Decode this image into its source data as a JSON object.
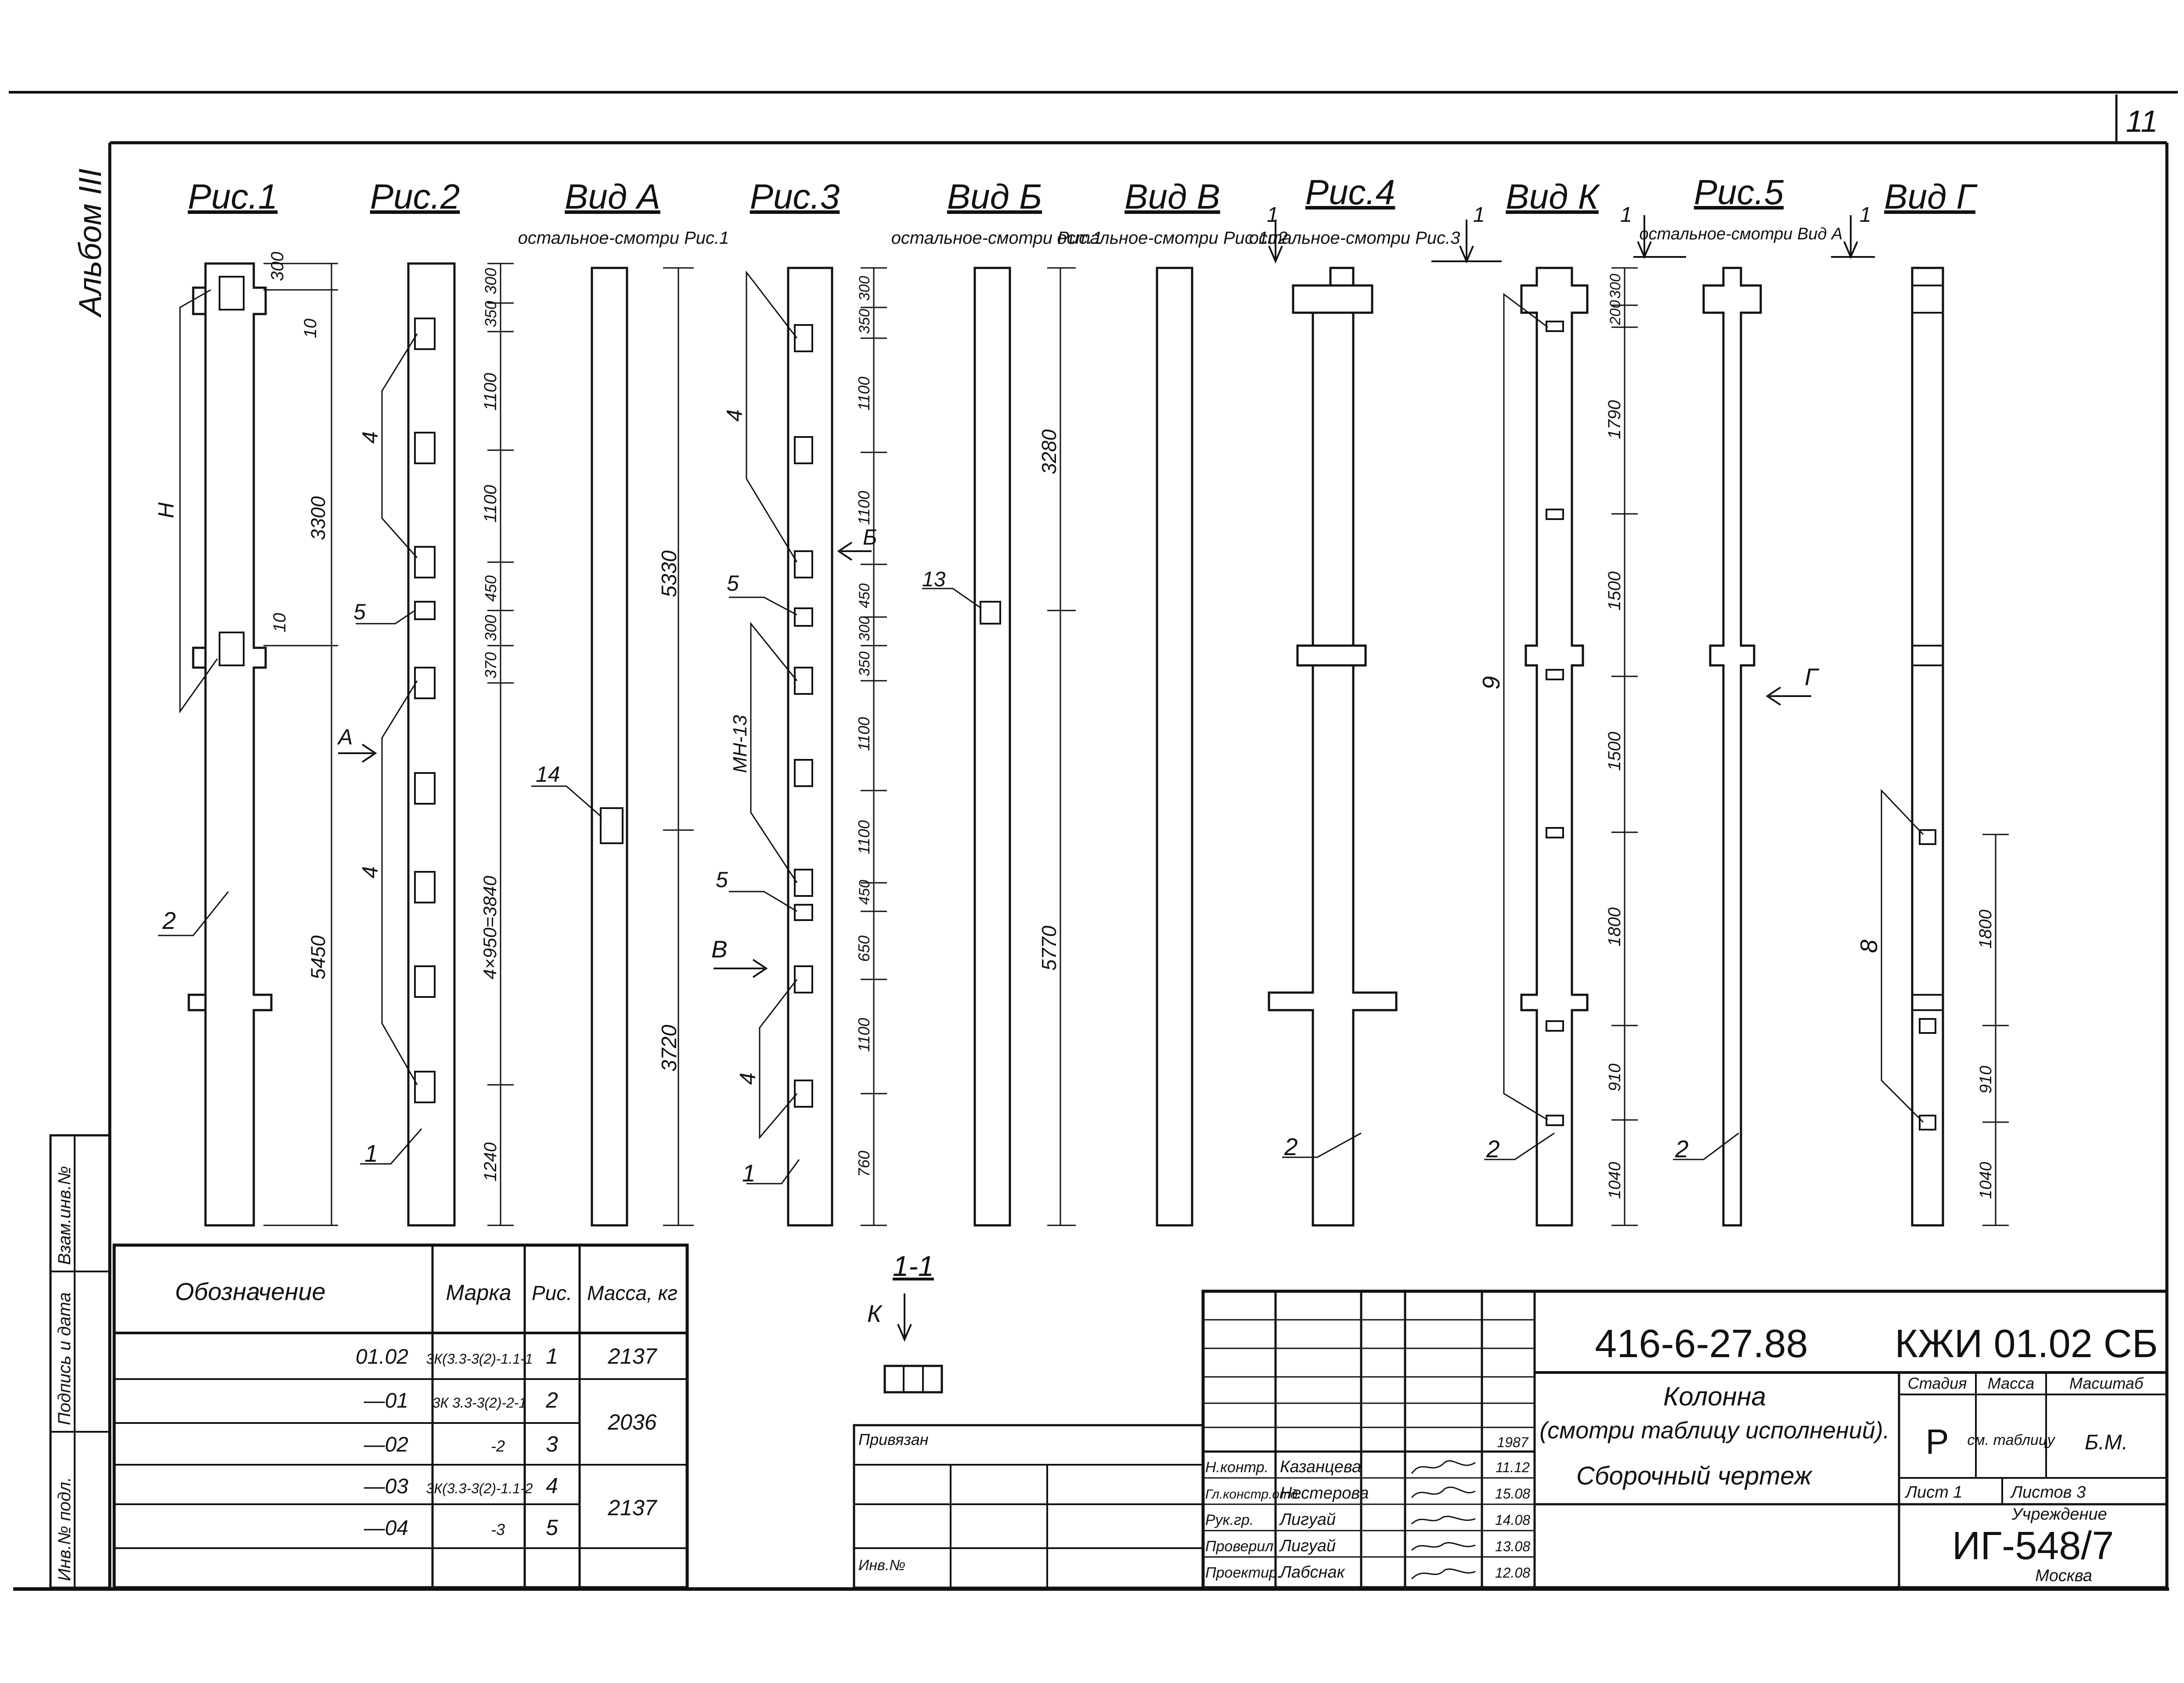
{
  "sheet_number": "11",
  "album_label": "Альбом III",
  "figures": {
    "fig1": {
      "title": "Рис.1",
      "dims": [
        "300",
        "10",
        "3300",
        "10",
        "5450"
      ],
      "leaders": [
        "Н",
        "2"
      ]
    },
    "fig2": {
      "title": "Рис.2",
      "dims": [
        "300",
        "350",
        "1100",
        "1100",
        "450",
        "300",
        "370",
        "4×950=3840",
        "1240"
      ],
      "leaders": [
        "4",
        "5",
        "4",
        "1"
      ]
    },
    "viewA": {
      "title": "Вид А",
      "note": "остальное-смотри Рис.1",
      "dims": [
        "5330",
        "3720"
      ],
      "leaders": [
        "14"
      ],
      "arrow": "А"
    },
    "fig3": {
      "title": "Рис.3",
      "dims": [
        "300",
        "350",
        "1100",
        "1100",
        "450",
        "300",
        "350",
        "1100",
        "1100",
        "450",
        "650",
        "1100",
        "760"
      ],
      "leaders": [
        "4",
        "5",
        "МН-13",
        "5",
        "4",
        "1"
      ],
      "arrows": [
        "Б",
        "В"
      ]
    },
    "viewB": {
      "title": "Вид Б",
      "note": "остальное-смотри Рис.1",
      "dims": [
        "3280",
        "5770"
      ],
      "leaders": [
        "13"
      ]
    },
    "viewV": {
      "title": "Вид В",
      "note": "остальное-смотри Рис.1и2"
    },
    "fig4": {
      "title": "Рис.4",
      "note": "остальное-смотри Рис.3",
      "cut": "1",
      "leaders": [
        "2"
      ]
    },
    "viewK": {
      "title": "Вид К",
      "dims": [
        "300",
        "200",
        "1790",
        "1500",
        "1500",
        "1800",
        "910",
        "1040"
      ],
      "leaders": [
        "9",
        "2"
      ]
    },
    "fig5": {
      "title": "Рис.5",
      "note": "остальное-смотри Вид А",
      "cut": "1",
      "leaders": [
        "2"
      ],
      "arrow": "Г"
    },
    "viewG": {
      "title": "Вид Г",
      "dims": [
        "1800",
        "910",
        "1040"
      ],
      "leaders": [
        "8"
      ]
    }
  },
  "section": {
    "title": "1-1",
    "arrow": "К"
  },
  "margin_stamps": [
    "Взам.инв.№",
    "Подпись и дата",
    "Инв.№ подл."
  ],
  "spec_table": {
    "headers": [
      "Обозначение",
      "Марка",
      "Рис.",
      "Масса, кг"
    ],
    "rows": [
      {
        "designation": "01.02",
        "mark": "3К(3.3-3(2)-1.1-1",
        "fig": "1",
        "mass": "2137"
      },
      {
        "designation": "—01",
        "mark": "3К 3.3-3(2)-2-1",
        "fig": "2",
        "mass": ""
      },
      {
        "designation": "—02",
        "mark": "-2",
        "fig": "3",
        "mass": ""
      },
      {
        "designation": "—03",
        "mark": "3К(3.3-3(2)-1.1-2",
        "fig": "4",
        "mass": ""
      },
      {
        "designation": "—04",
        "mark": "-3",
        "fig": "5",
        "mass": ""
      }
    ],
    "merged_masses": [
      "2036",
      "2137"
    ]
  },
  "title_block": {
    "code": "416-6-27.88",
    "doc_code": "КЖИ 01.02 СБ",
    "name_line1": "Колонна",
    "name_line2": "(смотри таблицу исполнений).",
    "name_line3": "Сборочный чертеж",
    "headers": {
      "stage": "Стадия",
      "mass": "Масса",
      "scale": "Масштаб"
    },
    "stage": "Р",
    "mass_value": "см. таблицу",
    "scale_value": "Б.М.",
    "sheet": "Лист 1",
    "sheets": "Листов 3",
    "org_caption": "Учреждение",
    "org": "ИГ-548/7",
    "city": "Москва",
    "bind_label": "Привязан",
    "inv_label": "Инв.№",
    "signatures": [
      {
        "role": "Н.контр.",
        "name": "Казанцева",
        "date": "11.12"
      },
      {
        "role": "Гл.констр.отд.",
        "name": "Нестерова",
        "date": "15.08"
      },
      {
        "role": "Рук.гр.",
        "name": "Лигуай",
        "date": "14.08"
      },
      {
        "role": "Проверил",
        "name": "Лигуай",
        "date": "13.08"
      },
      {
        "role": "Проектир.",
        "name": "Лабснак",
        "date": "12.08"
      }
    ],
    "year": "1987"
  }
}
